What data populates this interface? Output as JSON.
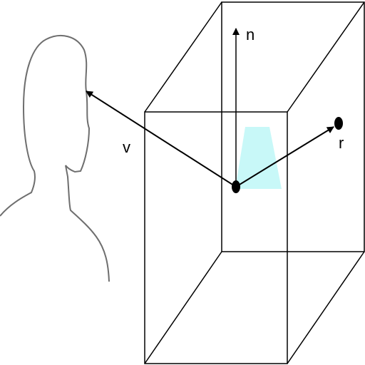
{
  "labels": {
    "normal": "n",
    "view": "v",
    "reflect": "r"
  },
  "colors": {
    "stroke": "#000000",
    "head_outline": "#6e6e6e",
    "highlight": "#c8f8f8",
    "background": "#ffffff"
  }
}
